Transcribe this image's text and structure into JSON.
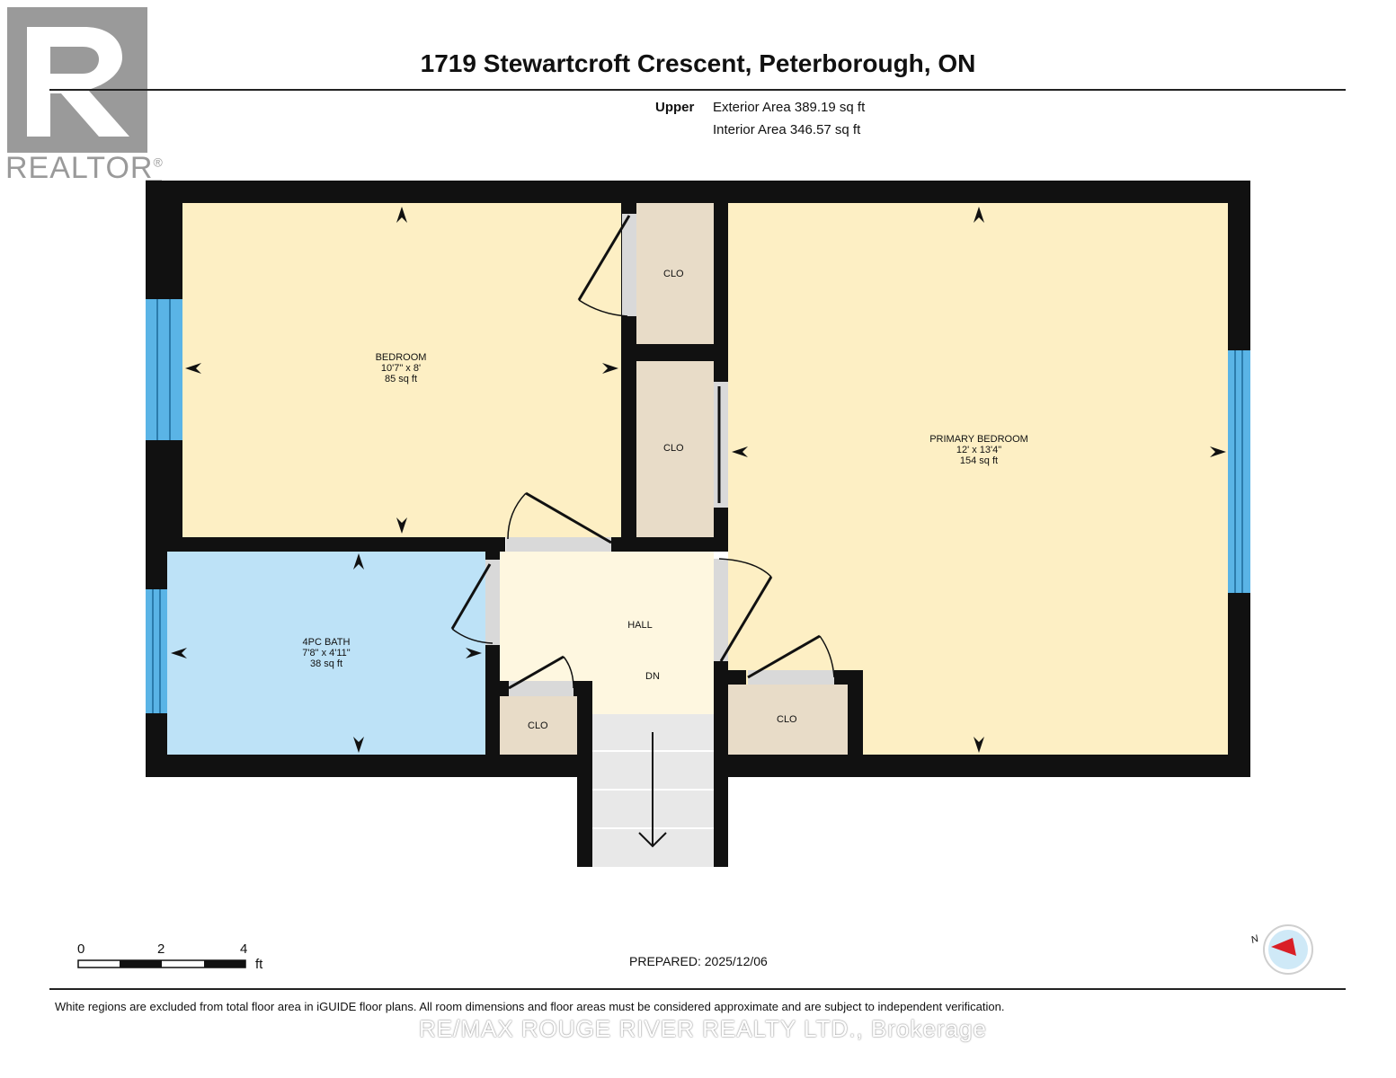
{
  "header": {
    "title": "1719 Stewartcroft Crescent, Peterborough, ON",
    "level": "Upper",
    "exterior_area": "Exterior Area 389.19 sq ft",
    "interior_area": "Interior Area 346.57 sq ft"
  },
  "logo": {
    "text": "REALTOR",
    "registered": "®"
  },
  "rooms": {
    "bedroom": {
      "name": "BEDROOM",
      "dims": "10'7\" x 8'",
      "area": "85 sq ft",
      "color": "#fdefc4"
    },
    "primary_bedroom": {
      "name": "PRIMARY BEDROOM",
      "dims": "12' x 13'4\"",
      "area": "154 sq ft",
      "color": "#fdefc4"
    },
    "bath": {
      "name": "4PC BATH",
      "dims": "7'8\" x 4'11\"",
      "area": "38 sq ft",
      "color": "#bde2f7"
    },
    "hall": {
      "name": "HALL",
      "stair_label": "DN",
      "color": "#fef7e0"
    },
    "closet_label": "CLO",
    "closet_color": "#e8dcc8"
  },
  "scale": {
    "marks": [
      "0",
      "2",
      "4"
    ],
    "unit": "ft"
  },
  "compass": {
    "label": "N"
  },
  "footer": {
    "prepared": "PREPARED: 2025/12/06",
    "disclaimer": "White regions are excluded from total floor area in iGUIDE floor plans. All room dimensions and floor areas must be considered approximate and are subject to independent verification.",
    "brokerage": "RE/MAX ROUGE RIVER REALTY LTD., Brokerage"
  },
  "colors": {
    "wall": "#111111",
    "window": "#5ab4e6",
    "door_gap": "#d9d9d9",
    "stairs": "#e8e8e8"
  }
}
